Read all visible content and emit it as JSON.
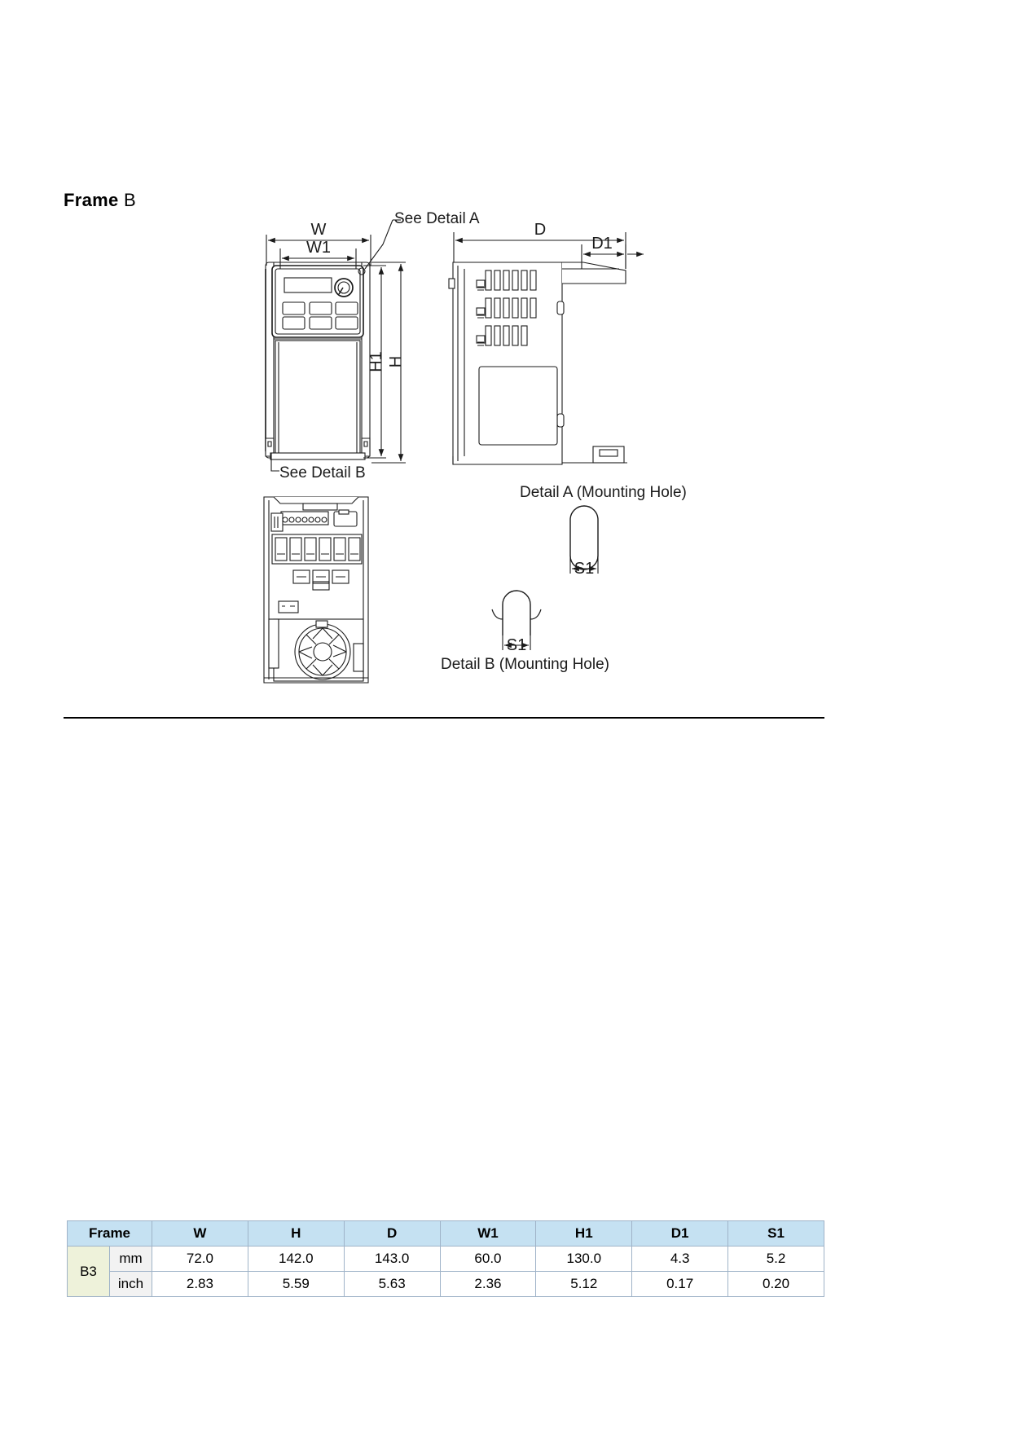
{
  "heading": {
    "bold_part": "Frame",
    "light_part": "B"
  },
  "drawing": {
    "dimension_labels": {
      "w": "W",
      "w1": "W1",
      "h": "H",
      "h1": "H1",
      "d": "D",
      "d1": "D1",
      "s1_detail_a": "S1",
      "s1_detail_b": "S1"
    },
    "leader_labels": {
      "see_detail_a": "See Detail A",
      "see_detail_b": "See Detail B"
    },
    "captions": {
      "detail_a": "Detail A (Mounting Hole)",
      "detail_b": "Detail B (Mounting Hole)"
    }
  },
  "table": {
    "headers": [
      "Frame",
      "W",
      "H",
      "D",
      "W1",
      "H1",
      "D1",
      "S1"
    ],
    "frame_label": "B3",
    "rows": [
      {
        "unit": "mm",
        "values": [
          "72.0",
          "142.0",
          "143.0",
          "60.0",
          "130.0",
          "4.3",
          "5.2"
        ]
      },
      {
        "unit": "inch",
        "values": [
          "2.83",
          "5.59",
          "5.63",
          "2.36",
          "5.12",
          "0.17",
          "0.20"
        ]
      }
    ]
  },
  "colors": {
    "header_blue": "#c5e1f2",
    "frame_green": "#eef2da",
    "unit_grey": "#f2f2f2",
    "border": "#9fb3c8",
    "line": "#1b1b1b"
  }
}
